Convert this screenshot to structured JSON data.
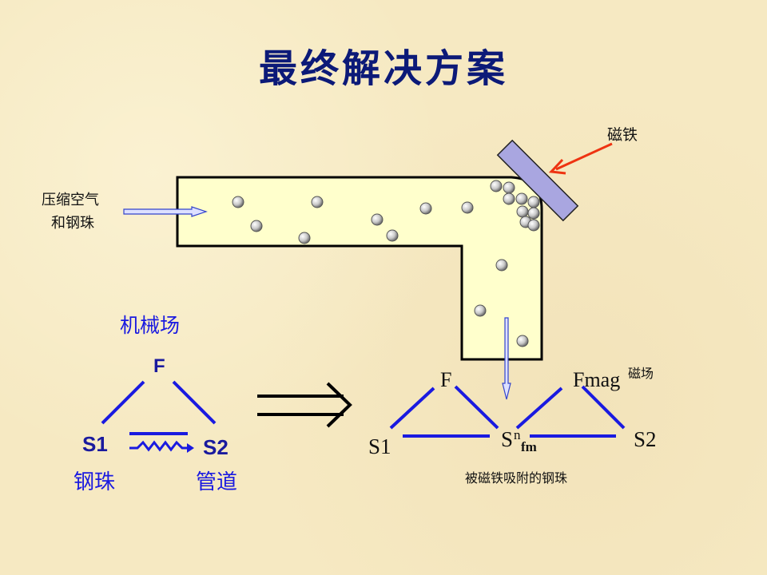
{
  "title": "最终解决方案",
  "labels": {
    "magnet": "磁铁",
    "inlet_line1": "压缩空气",
    "inlet_line2": "和钢珠"
  },
  "left_model": {
    "field_name": "机械场",
    "field": "F",
    "s1": "S1",
    "s2": "S2",
    "s1_name": "钢珠",
    "s2_name": "管道"
  },
  "right_model": {
    "f": "F",
    "fmag": "Fmag",
    "fmag_name": "磁场",
    "s1": "S1",
    "s2": "S2",
    "snfm_base": "S",
    "snfm_sup": "n",
    "snfm_sub": "fm",
    "caption": "被磁铁吸附的钢珠"
  },
  "colors": {
    "title": "#0c1a78",
    "model": "#1a1ae0",
    "pipe": "#ffffcc",
    "magnet": "#a9a6e0",
    "arrow": "#ee3311"
  }
}
